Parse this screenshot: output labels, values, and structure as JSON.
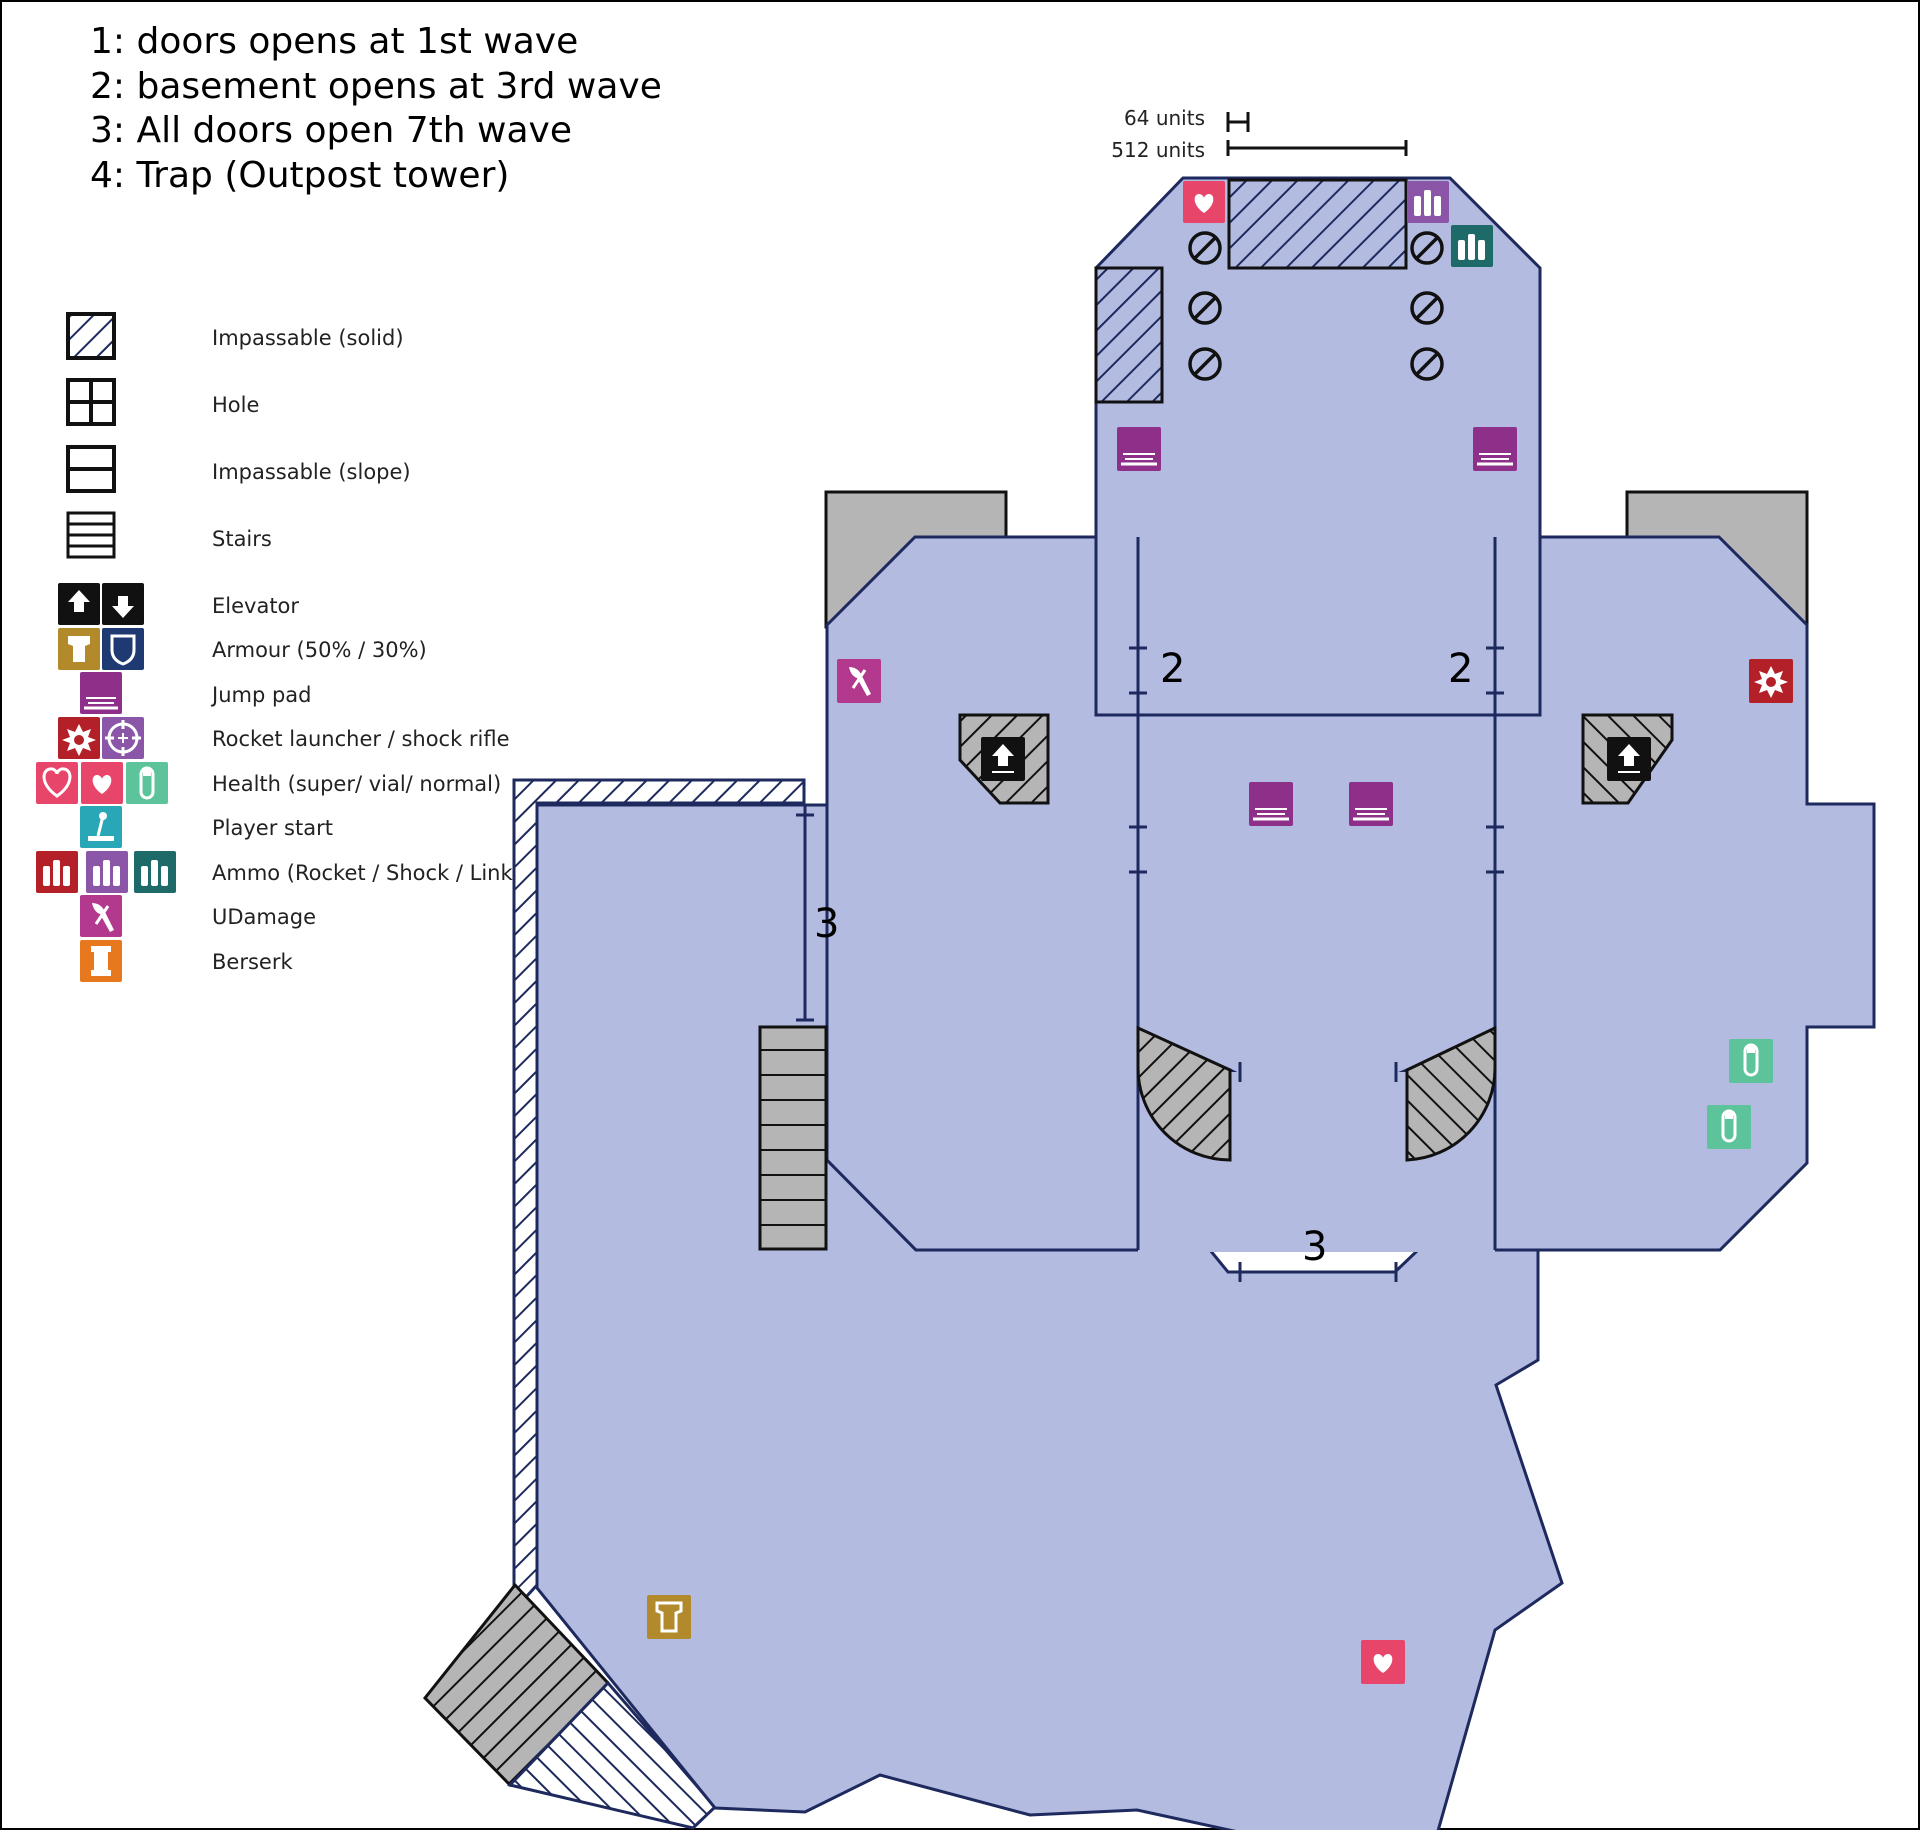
{
  "notes": [
    "1: doors opens at 1st wave",
    "2: basement opens at 3rd wave",
    "3: All doors open 7th wave",
    "4: Trap (Outpost tower)"
  ],
  "scale": {
    "small": "64 units",
    "large": "512 units"
  },
  "door_labels": [
    "2",
    "2",
    "3",
    "3"
  ],
  "legend": [
    {
      "label": "Impassable (solid)",
      "icons": [
        "solid-icon"
      ]
    },
    {
      "label": "Hole",
      "icons": [
        "hole-icon"
      ]
    },
    {
      "label": "Impassable (slope)",
      "icons": [
        "slope-icon"
      ]
    },
    {
      "label": "Stairs",
      "icons": [
        "stairs-icon"
      ]
    },
    {
      "label": "Elevator",
      "icons": [
        "elevator-up-icon",
        "elevator-down-icon"
      ]
    },
    {
      "label": "Armour (50% / 30%)",
      "icons": [
        "armour-50-icon",
        "armour-30-icon"
      ]
    },
    {
      "label": "Jump pad",
      "icons": [
        "jump-pad-icon"
      ]
    },
    {
      "label": "Rocket launcher / shock rifle",
      "icons": [
        "rocket-launcher-icon",
        "shock-rifle-icon"
      ]
    },
    {
      "label": "Health (super/ vial/ normal)",
      "icons": [
        "super-health-icon",
        "health-vial-icon",
        "health-normal-icon"
      ]
    },
    {
      "label": "Player start",
      "icons": [
        "player-start-icon"
      ]
    },
    {
      "label": "Ammo (Rocket / Shock / Link)",
      "icons": [
        "ammo-rocket-icon",
        "ammo-shock-icon",
        "ammo-link-icon"
      ]
    },
    {
      "label": "UDamage",
      "icons": [
        "udamage-icon"
      ]
    },
    {
      "label": "Berserk",
      "icons": [
        "berserk-icon"
      ]
    }
  ],
  "colors": {
    "floor": "#b3bbe1",
    "outline": "#1e2a5e",
    "jump_pad": "#8e2f8a",
    "health": "#e8456a",
    "health_normal": "#5cc39a",
    "rocket": "#b32027",
    "shock": "#8b56a8",
    "link": "#1d6a68",
    "udamage": "#b3398f",
    "armour_50": "#b28a2b",
    "armour_30": "#1f3a72",
    "player_start": "#2aa7b6",
    "berserk": "#e8781e",
    "elevator": "#111111"
  }
}
